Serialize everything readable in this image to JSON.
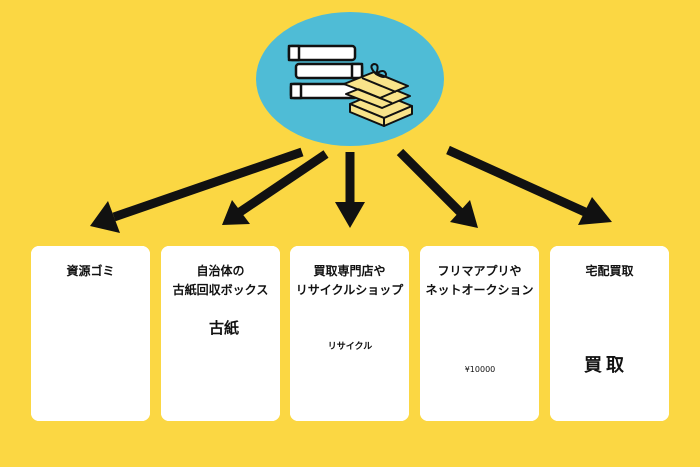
{
  "center": {
    "icons": [
      "books-icon",
      "newspaper-bundle-icon"
    ]
  },
  "options": [
    {
      "label": "資源ゴミ",
      "icon": "newspaper-bundle-icon"
    },
    {
      "label": "自治体の\n古紙回収ボックス",
      "icon": "recycle-box-icon",
      "box_text": "古紙"
    },
    {
      "label": "買取専門店や\nリサイクルショップ",
      "icon": "shop-icon",
      "sign_text": "リサイクル"
    },
    {
      "label": "フリマアプリや\nネットオークション",
      "icon": "tablet-icon",
      "price_text": "¥10000"
    },
    {
      "label": "宅配買取",
      "icon": "cardboard-box-icon",
      "box_text": "買取"
    }
  ],
  "colors": {
    "background": "#fbd743",
    "hub": "#4fbcd6",
    "paper": "#f8e38a",
    "card": "#ffffff"
  }
}
